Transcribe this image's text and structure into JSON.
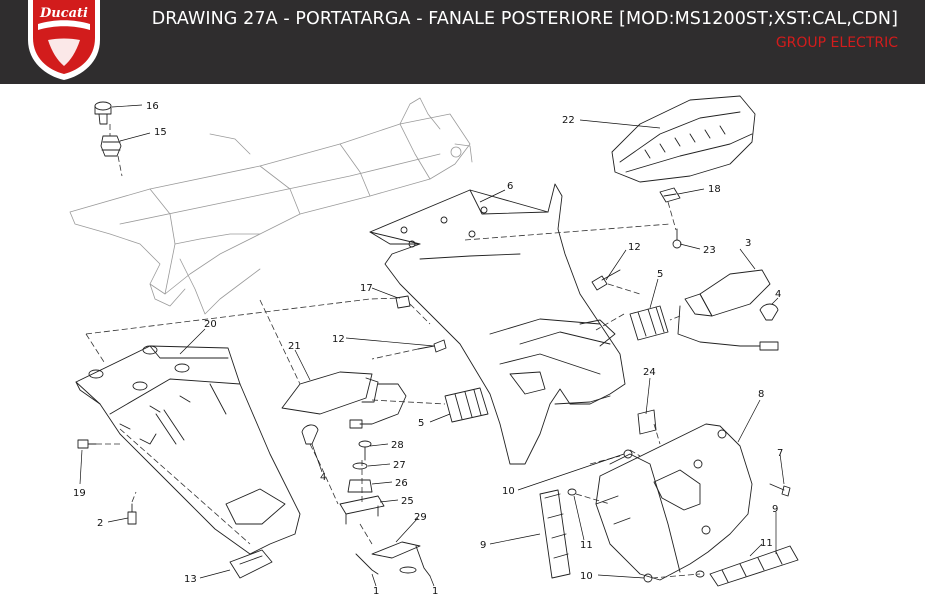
{
  "header": {
    "title": "DRAWING 27A - PORTATARGA - FANALE POSTERIORE [MOD:MS1200ST;XST:CAL,CDN]",
    "subtitle": "GROUP ELECTRIC",
    "logo_text": "Ducati",
    "colors": {
      "bar": "#2f2d2e",
      "accent": "#d21c1c"
    }
  },
  "diagram": {
    "callouts": [
      {
        "id": "c16",
        "label": "16"
      },
      {
        "id": "c15",
        "label": "15"
      },
      {
        "id": "c22",
        "label": "22"
      },
      {
        "id": "c6",
        "label": "6"
      },
      {
        "id": "c18",
        "label": "18"
      },
      {
        "id": "c12a",
        "label": "12"
      },
      {
        "id": "c23",
        "label": "23"
      },
      {
        "id": "c3",
        "label": "3"
      },
      {
        "id": "c5a",
        "label": "5"
      },
      {
        "id": "c4a",
        "label": "4"
      },
      {
        "id": "c17",
        "label": "17"
      },
      {
        "id": "c20",
        "label": "20"
      },
      {
        "id": "c12b",
        "label": "12"
      },
      {
        "id": "c21",
        "label": "21"
      },
      {
        "id": "c24",
        "label": "24"
      },
      {
        "id": "c8",
        "label": "8"
      },
      {
        "id": "c5b",
        "label": "5"
      },
      {
        "id": "c28",
        "label": "28"
      },
      {
        "id": "c27",
        "label": "27"
      },
      {
        "id": "c26",
        "label": "26"
      },
      {
        "id": "c4b",
        "label": "4"
      },
      {
        "id": "c25",
        "label": "25"
      },
      {
        "id": "c19",
        "label": "19"
      },
      {
        "id": "c10a",
        "label": "10"
      },
      {
        "id": "c7",
        "label": "7"
      },
      {
        "id": "c2",
        "label": "2"
      },
      {
        "id": "c29",
        "label": "29"
      },
      {
        "id": "c9a",
        "label": "9"
      },
      {
        "id": "c11a",
        "label": "11"
      },
      {
        "id": "c9b",
        "label": "9"
      },
      {
        "id": "c11b",
        "label": "11"
      },
      {
        "id": "c13",
        "label": "13"
      },
      {
        "id": "c10b",
        "label": "10"
      },
      {
        "id": "c1a",
        "label": "1"
      },
      {
        "id": "c1b",
        "label": "1"
      }
    ]
  }
}
